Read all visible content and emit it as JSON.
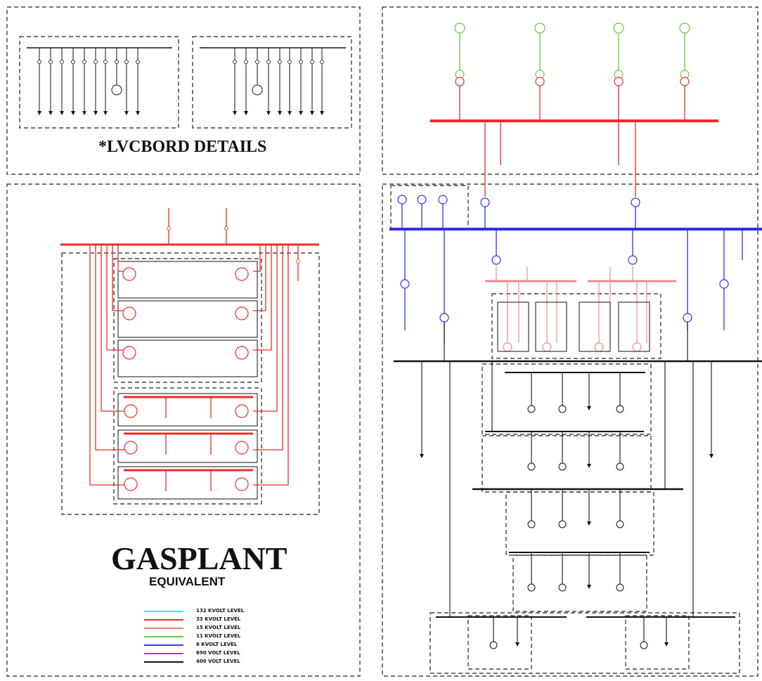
{
  "titles": {
    "lvcbord": "*LVCBORD DETAILS",
    "gasplant": "GASPLANT",
    "equivalent": "EQUIVALENT"
  },
  "legend": [
    {
      "label": "132 KVOLT LEVEL",
      "color": "#38e8f0"
    },
    {
      "label": "33 KVOLT LEVEL",
      "color": "#ee2a2a"
    },
    {
      "label": "15 KVOLT LEVEL",
      "color": "#f07a7a"
    },
    {
      "label": "11 KVOLT LEVEL",
      "color": "#66c93a"
    },
    {
      "label": "6 KVOLT LEVEL",
      "color": "#3a3af0"
    },
    {
      "label": "690 VOLT LEVEL",
      "color": "#a33fd6"
    },
    {
      "label": "400 VOLT LEVEL",
      "color": "#111111"
    }
  ],
  "colors": {
    "hv33": "#ee2a2a",
    "mv6": "#2f2ff0",
    "mv15": "#f28a8a",
    "gen11": "#66c93a",
    "lv400": "#111111",
    "frame": "#222222"
  }
}
